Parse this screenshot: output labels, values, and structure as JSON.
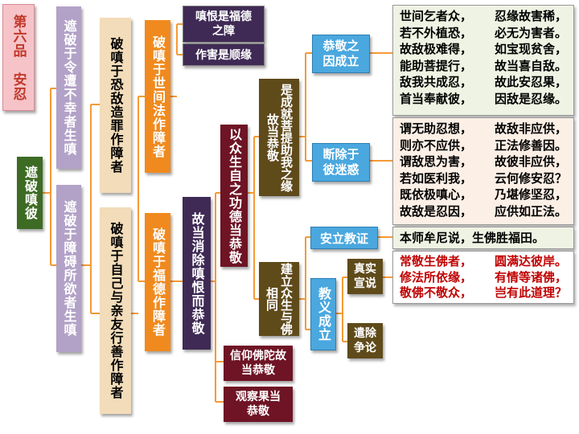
{
  "colors": {
    "title_bg": "#f6c3c8",
    "title_fg": "#c0392b",
    "root_bg": "#3d6b24",
    "purple_bg": "#b3a2c7",
    "tan_bg": "#f2dcb9",
    "orange_bg": "#f08a1e",
    "darkpurple_bg": "#3f2a55",
    "maroon_bg": "#6e1425",
    "brown_bg": "#5f4a1a",
    "blue_bg": "#4aa8df",
    "line": "#f59a36",
    "quote1_bg": "#eef3e3",
    "quote2_bg": "#fcefe6",
    "quote_red": "#c00000"
  },
  "title": "第六品　安忍",
  "root": "遮破嗔彼",
  "n_unfortunate": "遮破于令遭不幸者生嗔",
  "n_obstruct": "遮破于障碍所欲者生嗔",
  "n_enemy": "破嗔于恐敌造罪作障者",
  "n_relatives": "破嗔于自己与亲友行善作障者",
  "n_worldly": "破嗔于世间法作障者",
  "n_merit": "破嗔于福德作障者",
  "n_merit_obstacle": "嗔恨是福德之障",
  "n_harm_cond": "作害是顺缘",
  "n_eliminate": "故当消除嗔恨而恭敬",
  "n_merit_all": "以众生自之功德当恭敬",
  "n_aid": "是成就菩提助我之缘故当恭敬",
  "n_cause": "恭敬之因成立",
  "n_remove_doubt": "断除于彼迷惑",
  "n_same": "建立众生与佛相同",
  "n_faith": "信仰佛陀故当恭敬",
  "n_result": "观察果当恭敬",
  "n_scripture": "安立教证",
  "n_reason": "教义成立",
  "n_true": "真实宣说",
  "n_debate": "遣除争论",
  "quote1": [
    [
      "世间乞者众，",
      "忍缘故害稀，"
    ],
    [
      "若不外植恐，",
      "必无为害者。"
    ],
    [
      "故敌极难得，",
      "如宝现贫舍，"
    ],
    [
      "能助菩提行，",
      "故当喜自敌。"
    ],
    [
      "敌我共成忍，",
      "故此安忍果，"
    ],
    [
      "首当奉献彼，",
      "因敌是忍缘。"
    ]
  ],
  "quote2": [
    [
      "谓无助忍想，",
      "故敌非应供，"
    ],
    [
      "则亦不应供，",
      "正法修善因。"
    ],
    [
      "谓敌思为害，",
      "故彼非应供，"
    ],
    [
      "若如医利我，",
      "云何修安忍？"
    ],
    [
      "既依极嗔心，",
      "乃堪修坚忍，"
    ],
    [
      "故敌是忍因，",
      "应供如正法。"
    ]
  ],
  "quote3": "本师牟尼说，生佛胜福田。",
  "quote4": [
    [
      "常敬生佛者，",
      "圆满达彼岸。"
    ],
    [
      "修法所依缘，",
      "有情等诸佛，"
    ],
    [
      "敬佛不敬众，",
      "岂有此道理？"
    ]
  ]
}
